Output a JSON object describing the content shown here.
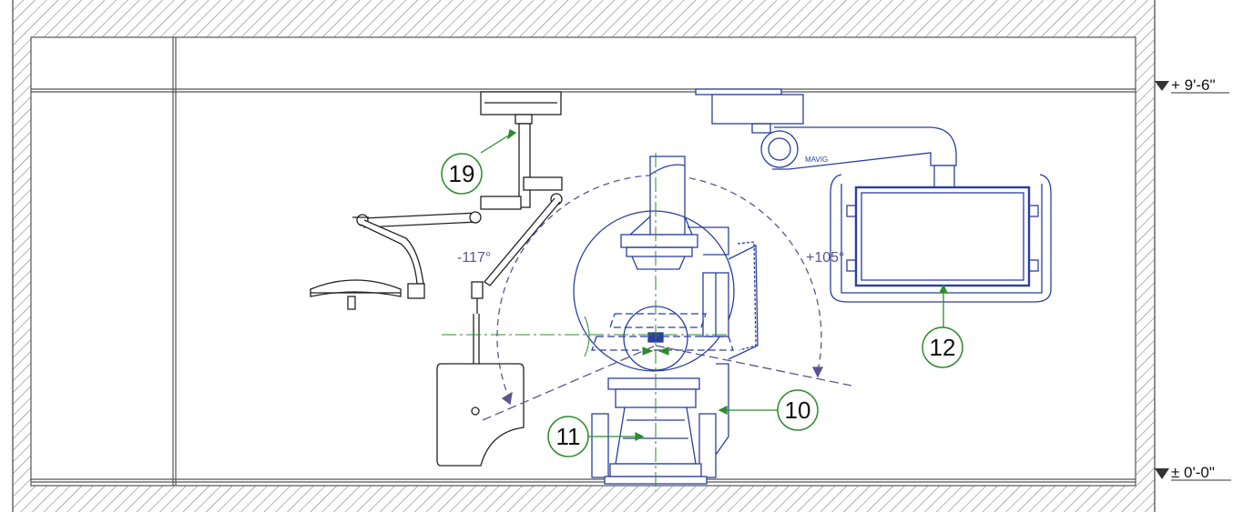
{
  "colors": {
    "wall_line": "#555555",
    "equipment_blue": "#2b3fa0",
    "equipment_black": "#222222",
    "callout_green": "#2e8b2e",
    "angle_purple": "#5a5590"
  },
  "elevations": {
    "ceiling": "+ 9'-6\"",
    "floor": "± 0'-0\""
  },
  "angles": {
    "negative": "-117°",
    "positive": "+105°"
  },
  "callouts": [
    {
      "number": "19",
      "item": "surgical-light"
    },
    {
      "number": "12",
      "item": "ceiling-monitor"
    },
    {
      "number": "10",
      "item": "c-arm-base"
    },
    {
      "number": "11",
      "item": "c-arm-detector"
    }
  ],
  "monitor": {
    "brand": "MAVIG"
  },
  "icons": [
    "elevation-marker-icon",
    "hatch-pattern"
  ]
}
